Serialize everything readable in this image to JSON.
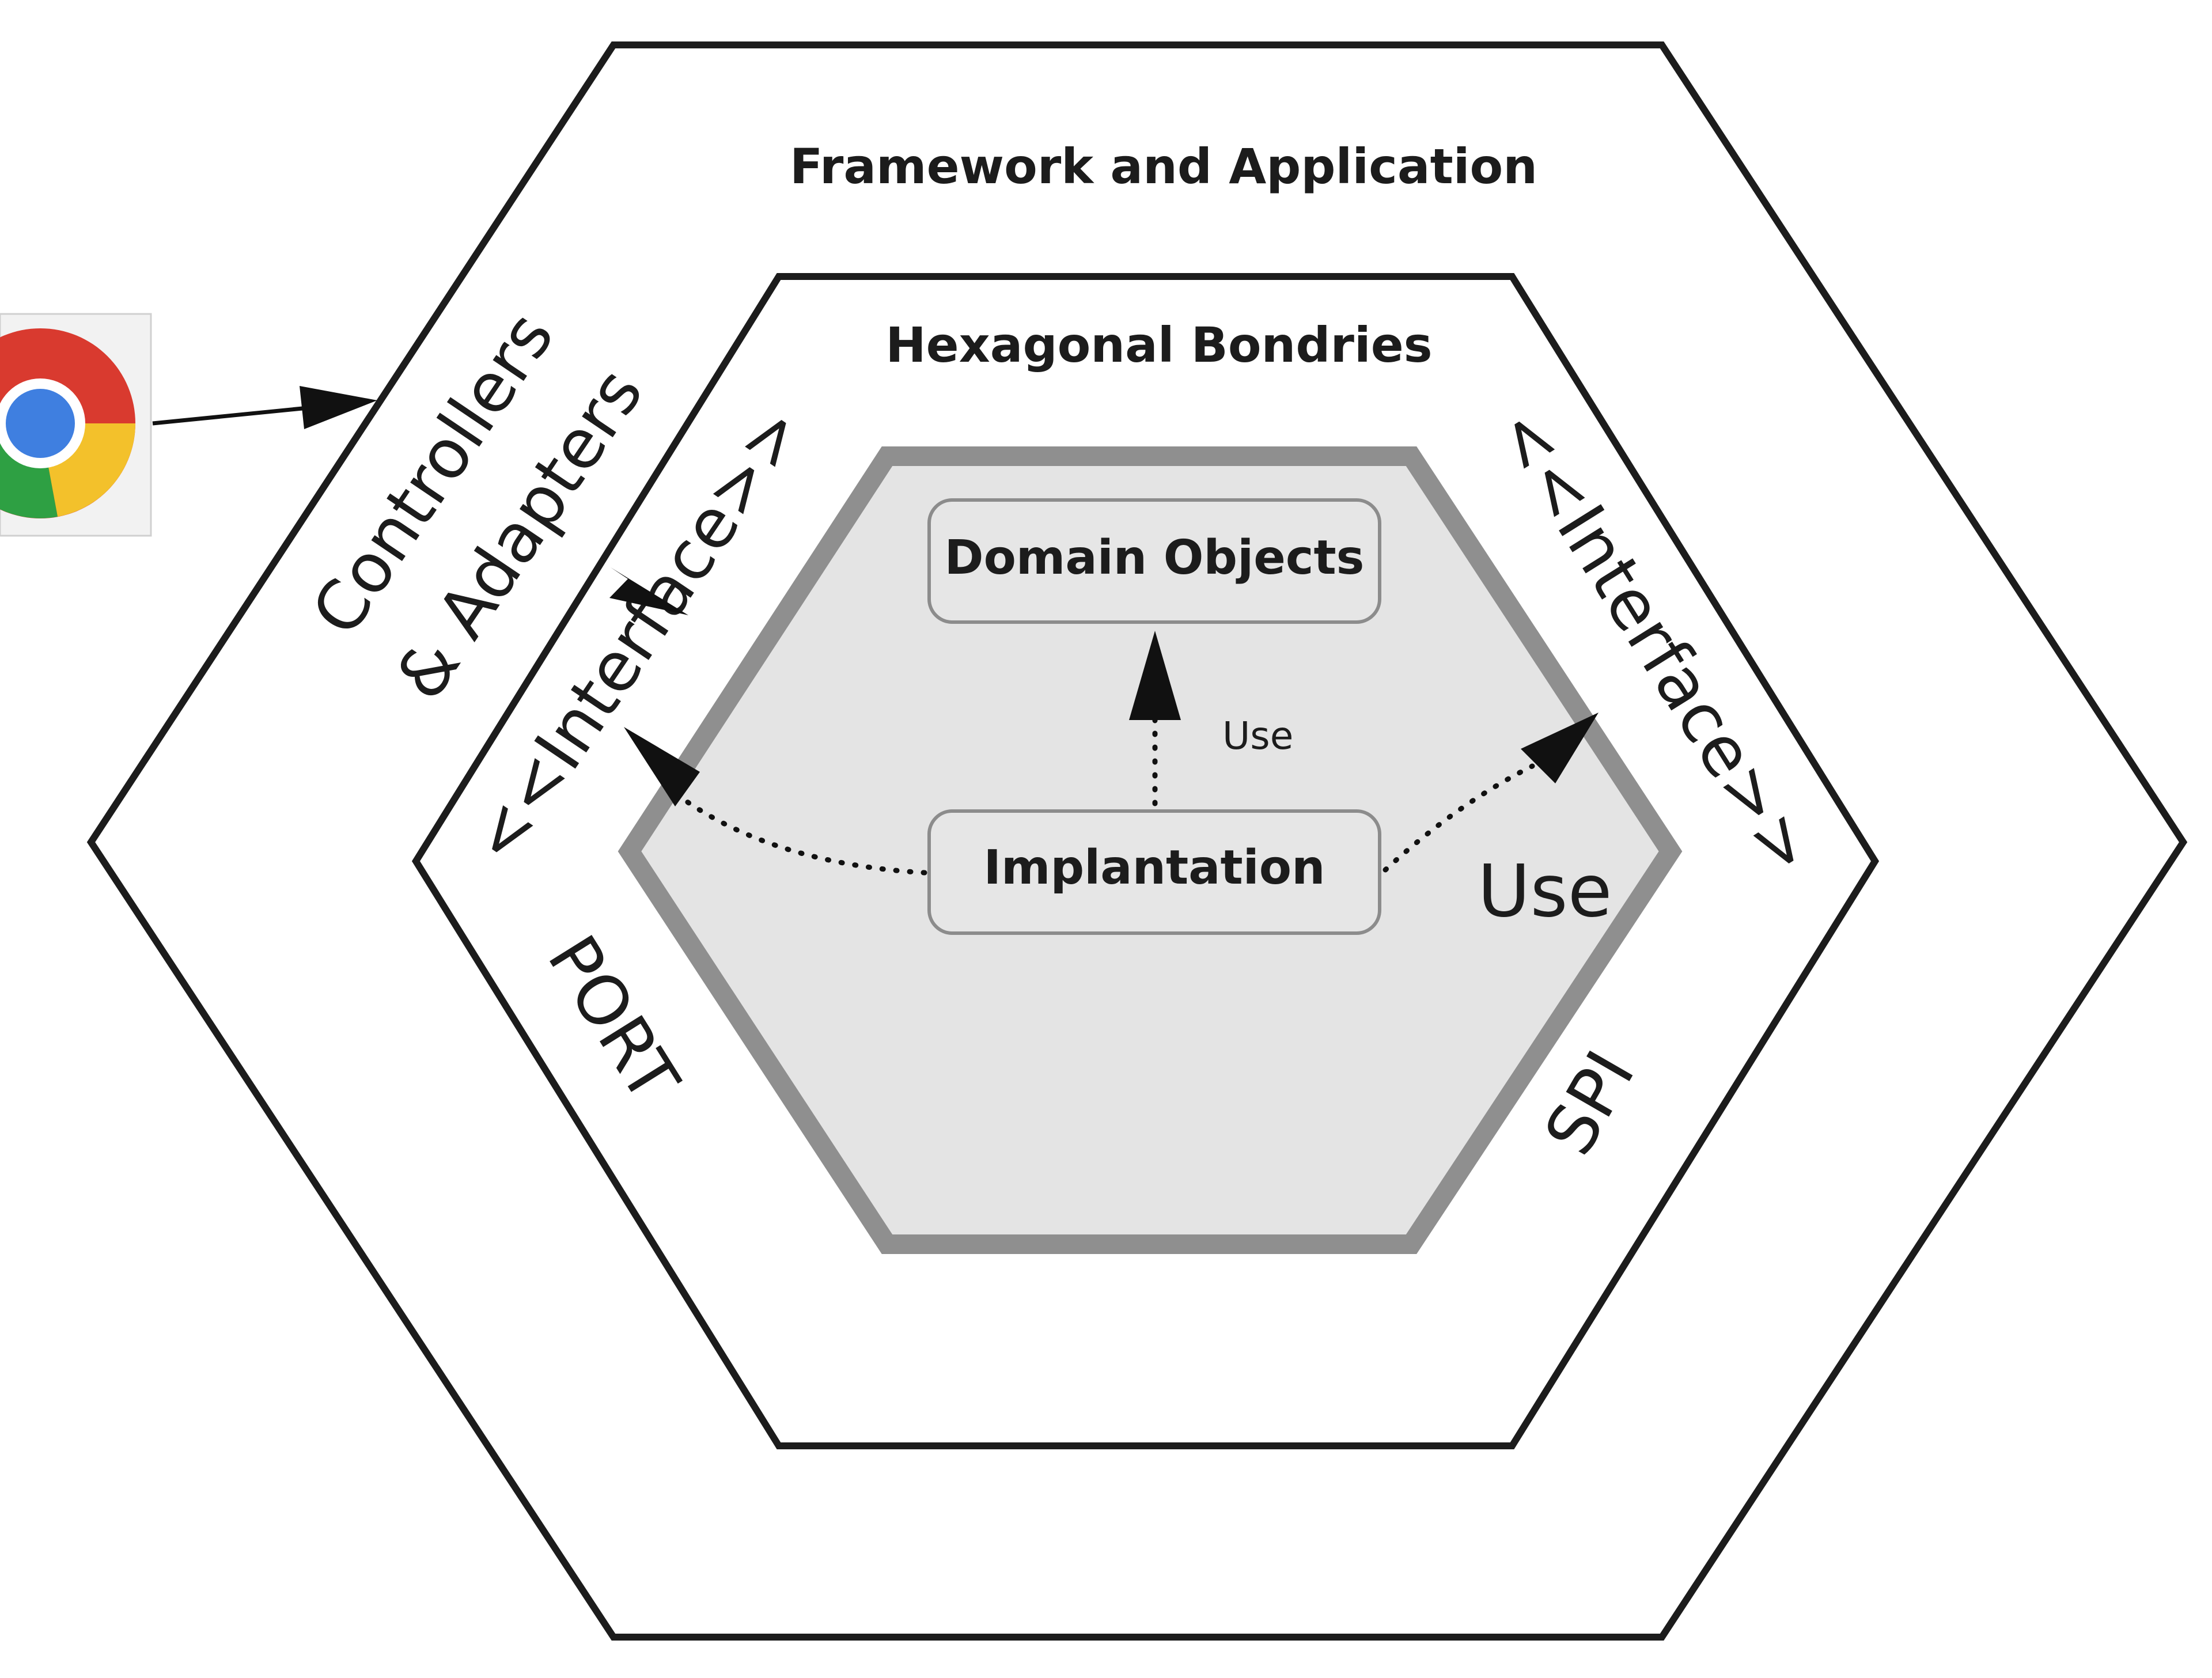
{
  "layers": {
    "outer_title": "Framework and Application",
    "middle_title": "Hexagonal Bondries"
  },
  "boxes": {
    "domain_objects": "Domain Objects",
    "implantation": "Implantation"
  },
  "labels": {
    "controllers": "Controllers",
    "adapters": "& Adapters",
    "interface_left": "<<Interface>>",
    "interface_right": "<<Interface>>",
    "port": "PORT",
    "spi": "SPI",
    "use_small": "Use",
    "use_large": "Use"
  },
  "external_actor": {
    "icon": "chrome-browser-icon"
  },
  "colors": {
    "outline": "#1c1c1c",
    "inner_fill": "#e4e4e4",
    "inner_border": "#8f8f8f",
    "box_fill": "#e6e6e6"
  }
}
